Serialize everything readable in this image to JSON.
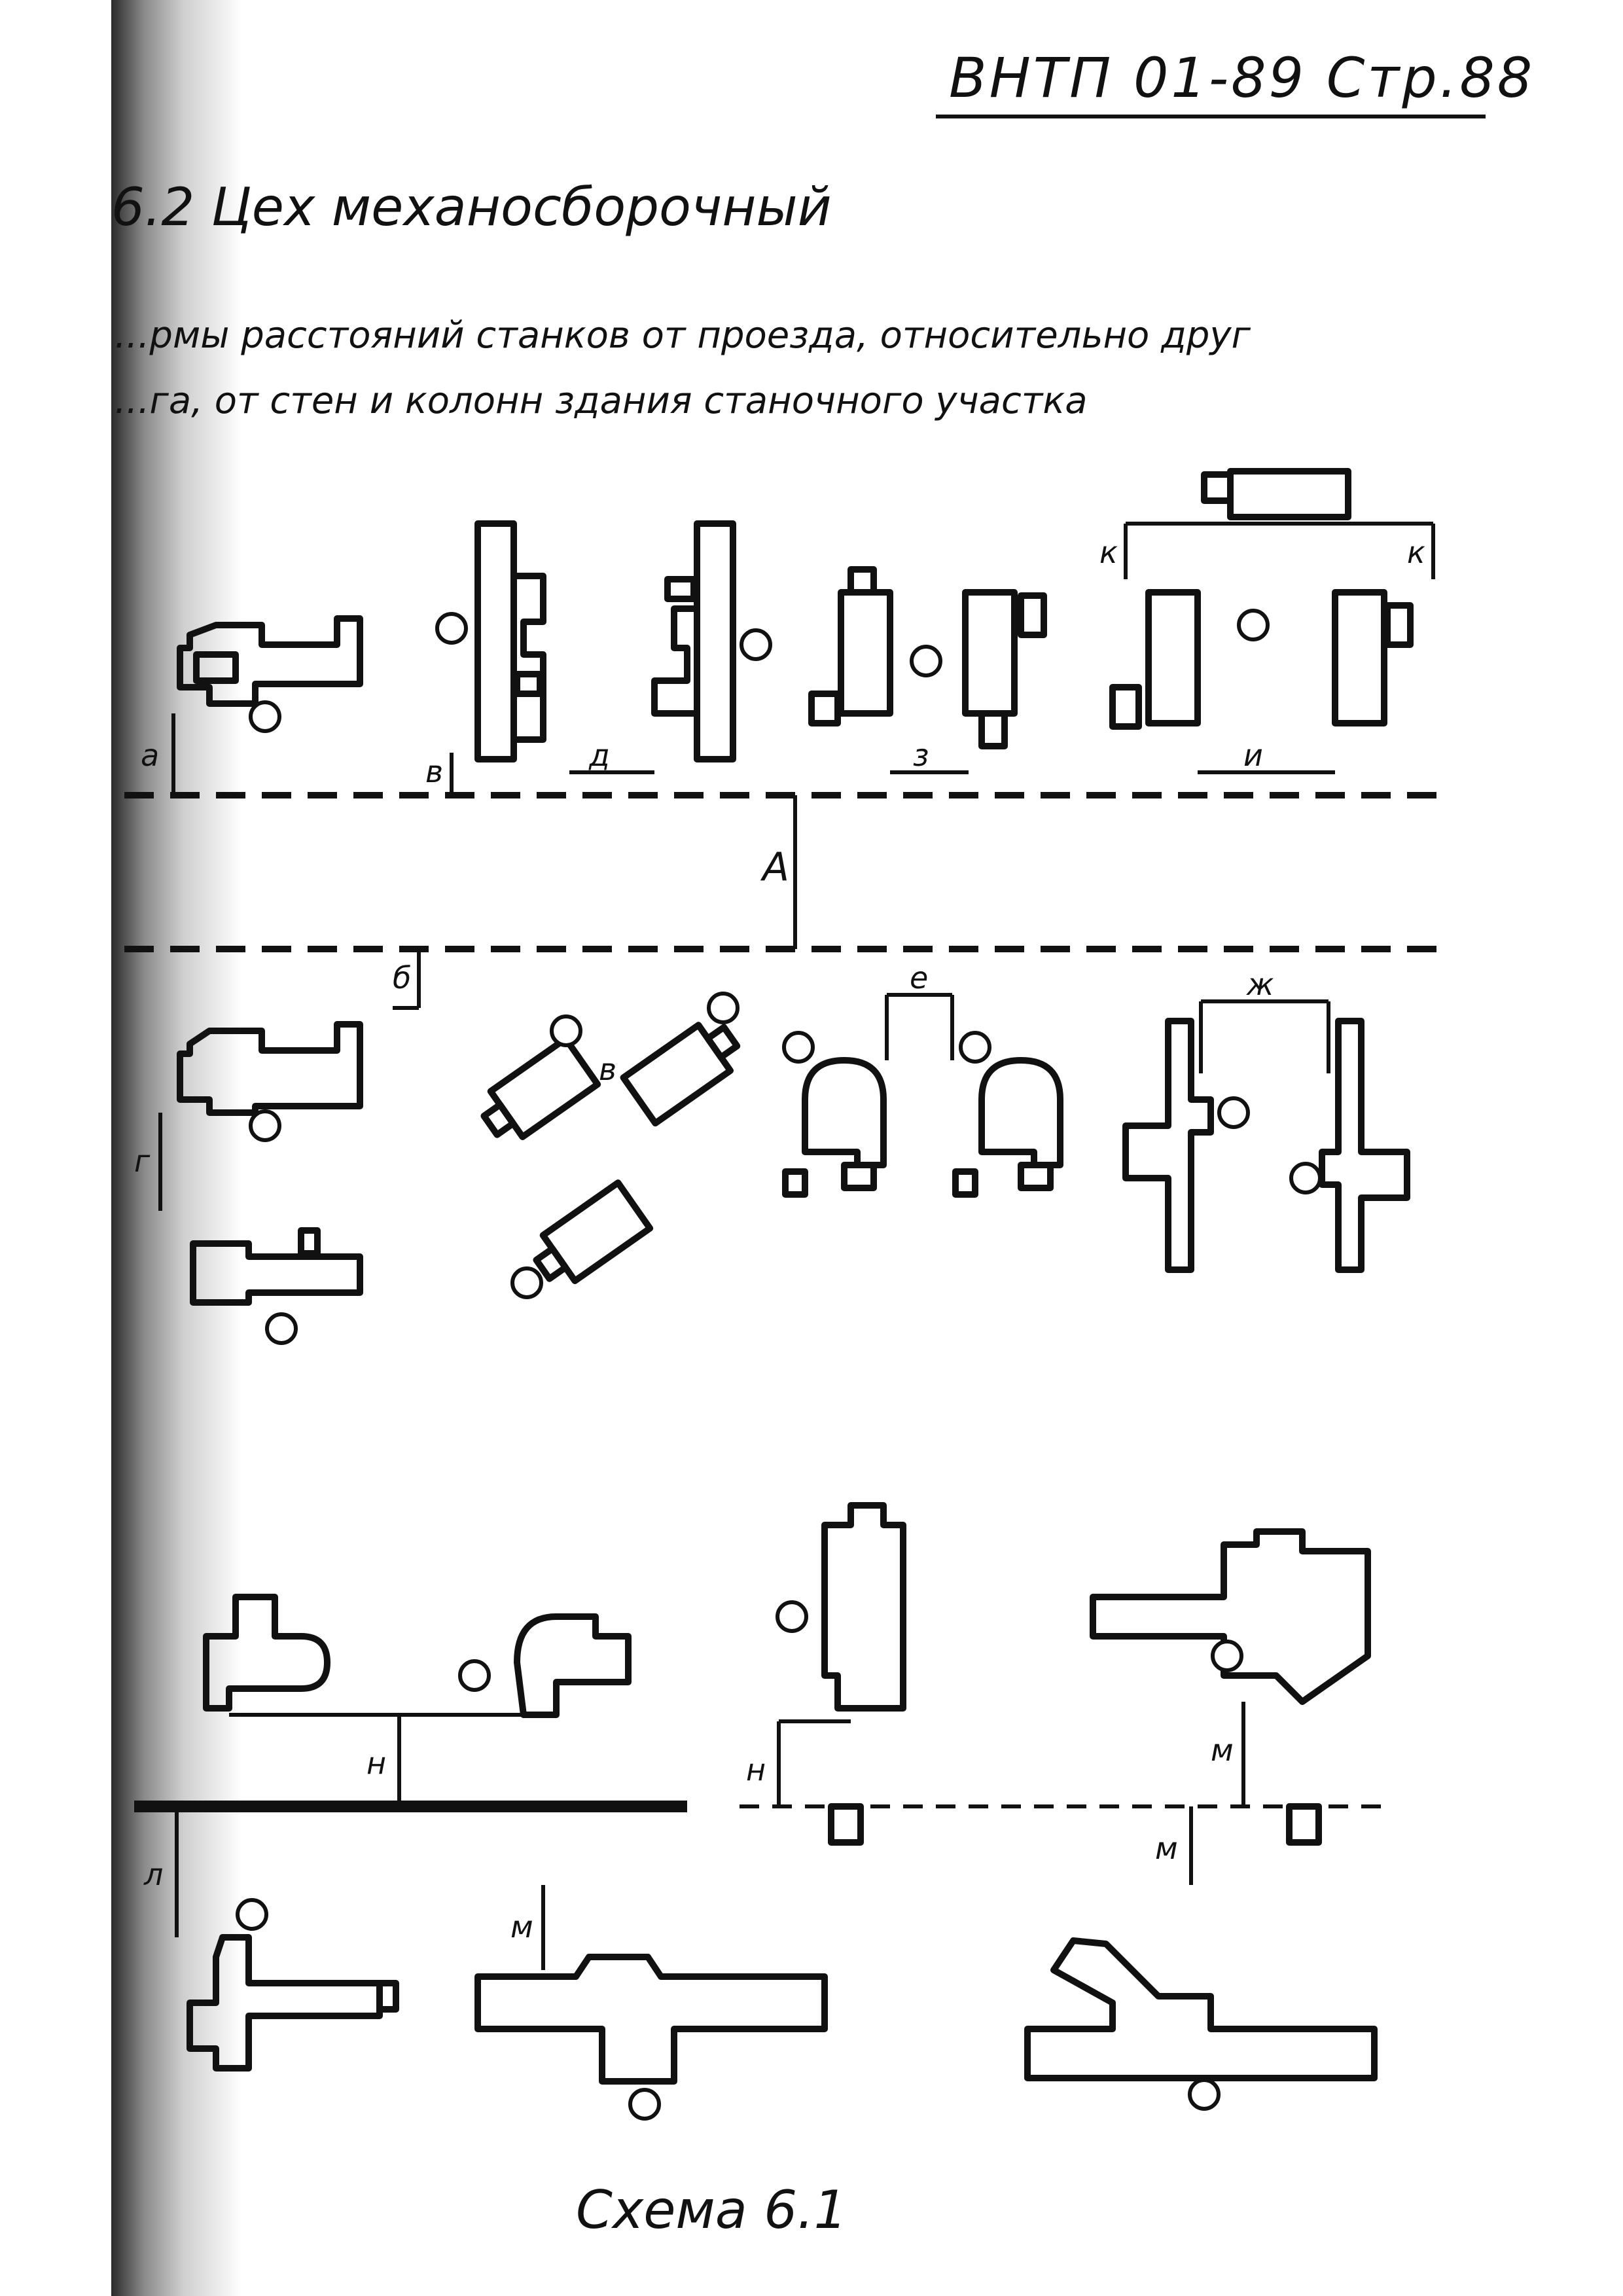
{
  "header": {
    "doc_ref": "ВНТП 01-89 Стр.88"
  },
  "section": {
    "title": "6.2 Цех механосборочный"
  },
  "caption": {
    "line1": "...рмы расстояний станков от проезда, относительно друг",
    "line2": "...га, от стен и колонн здания станочного участка"
  },
  "dimension_labels": {
    "a": "а",
    "b": "б",
    "v": "в",
    "g": "г",
    "d": "д",
    "e": "е",
    "zh": "ж",
    "z": "з",
    "i": "и",
    "k": "к",
    "l": "л",
    "m": "м",
    "n": "н",
    "aisle": "А"
  },
  "scheme": {
    "label": "Схема 6.1"
  }
}
